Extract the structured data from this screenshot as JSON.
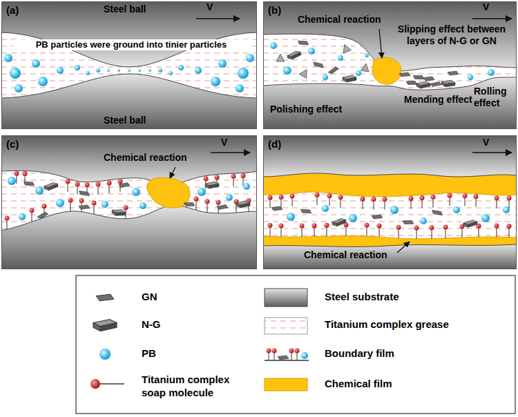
{
  "diagram": {
    "nodes": [
      {
        "text": [
          "(a)"
        ]
      },
      {
        "text": [
          "(b)"
        ]
      },
      {
        "text": [
          "(c)"
        ]
      },
      {
        "text": [
          "(d)"
        ]
      }
    ],
    "labels": [
      "Steel ball",
      "V",
      "PB particles were ground into tinier particles",
      "Steel ball",
      "Chemical reaction",
      "V",
      "Slipping effect between layers of N-G or GN",
      "Polishing effect",
      "Mending effect",
      "Rolling effect",
      "V",
      "Chemical reaction",
      "V",
      "Chemical reaction"
    ],
    "legend": [
      {
        "text": "GN"
      },
      {
        "text": "N-G"
      },
      {
        "text": "PB"
      },
      {
        "text": "Titanium complex soap molecule"
      },
      {
        "text": "Steel substrate"
      },
      {
        "text": "Titanium complex grease"
      },
      {
        "text": "Boundary film"
      },
      {
        "text": "Chemical film",
        "color": "#ffc20e"
      }
    ]
  }
}
